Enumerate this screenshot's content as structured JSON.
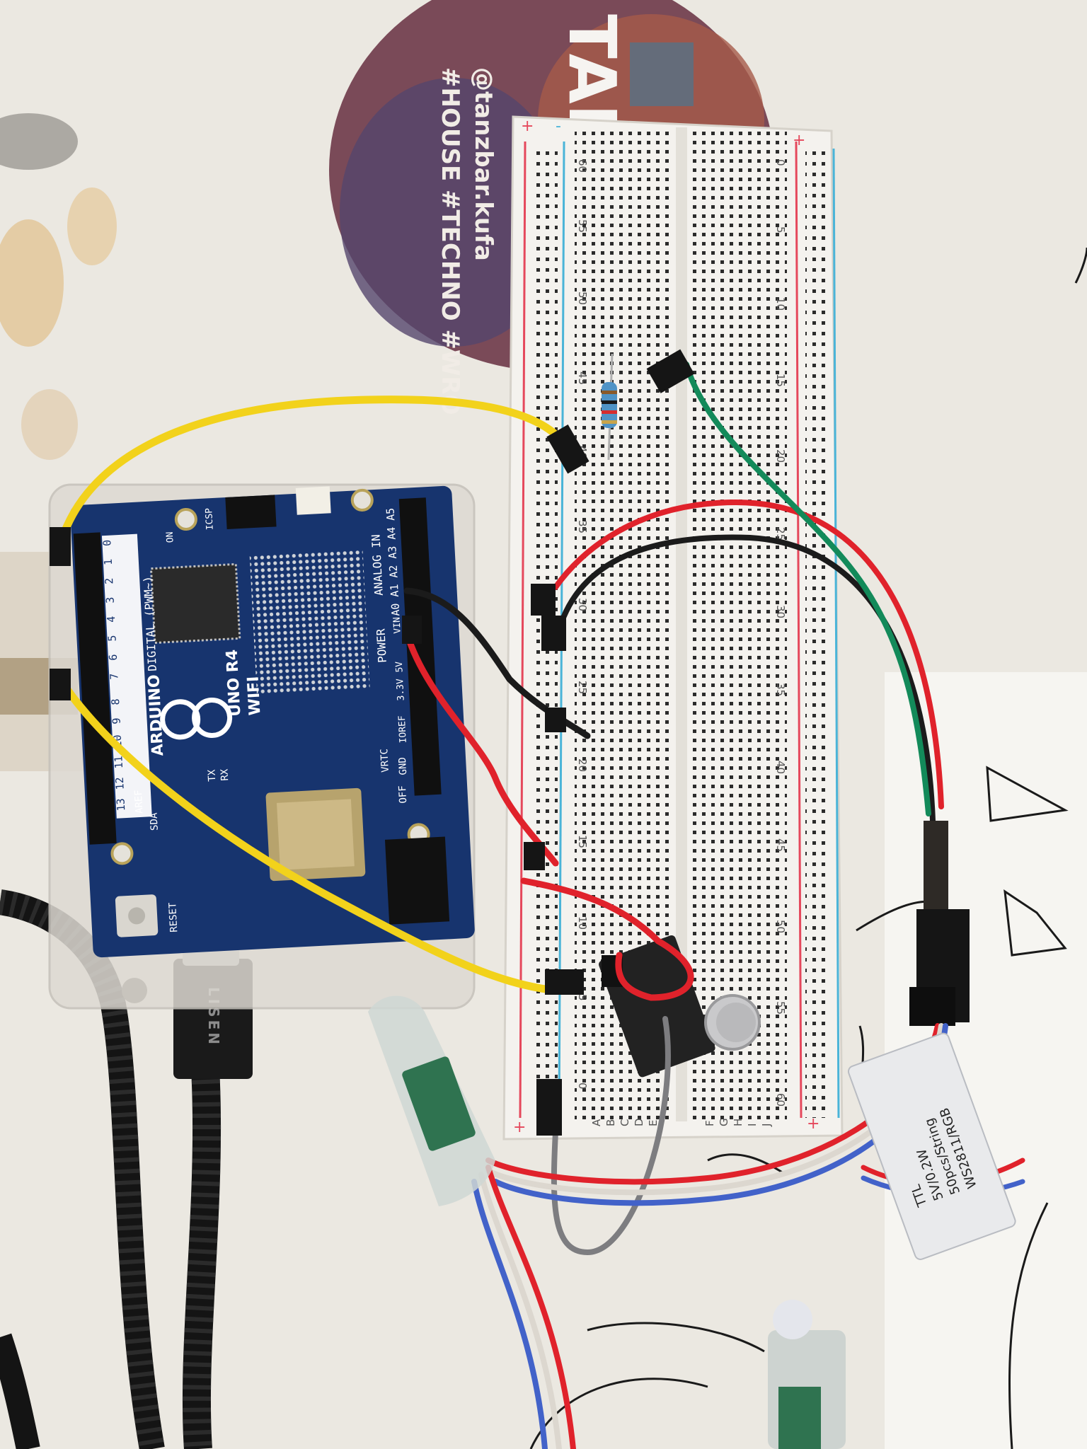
{
  "sticker": {
    "handle": "@tanzbar.kufa",
    "tags": "#HOUSE #TECHNO #WRO",
    "partial_big": "TAN"
  },
  "arduino": {
    "brand": "ARDUINO",
    "model": "UNO R4",
    "variant": "WIFI",
    "digital_label": "DIGITAL (PWM~)",
    "analog_label": "ANALOG IN",
    "power_label": "POWER",
    "reset_label": "RESET",
    "icsp_label": "ICSP",
    "off_label": "OFF",
    "gnd_label": "GND",
    "vrtc_label": "VRTC",
    "aref_label": "AREF",
    "sda_label": "SDA",
    "tx_label": "TX",
    "rx_label": "RX",
    "on_label": "ON",
    "vin_label": "VIN",
    "v5_label": "5V",
    "v33_label": "3.3V",
    "ioref_label": "IOREF",
    "analog_pins": [
      "A5",
      "A4",
      "A3",
      "A2",
      "A1",
      "A0"
    ],
    "digital_pins": [
      "0",
      "1",
      "2",
      "3",
      "4",
      "5",
      "6",
      "7",
      "8",
      "9",
      "10",
      "11",
      "12",
      "13"
    ]
  },
  "usb_cable": {
    "brand": "LISEN"
  },
  "breadboard": {
    "left_numbers": [
      "60",
      "55",
      "50",
      "45",
      "40",
      "35",
      "30",
      "25",
      "20",
      "15",
      "10",
      "5",
      "0"
    ],
    "right_numbers": [
      "0",
      "5",
      "10",
      "15",
      "20",
      "25",
      "30",
      "35",
      "40",
      "45",
      "50",
      "55",
      "60"
    ],
    "left_letters": [
      "A",
      "B",
      "C",
      "D",
      "E"
    ],
    "right_letters": [
      "F",
      "G",
      "H",
      "I",
      "J"
    ],
    "plus": "+",
    "minus": "-"
  },
  "led_strip_label": {
    "line1": "WS2811/RGB",
    "line2": "50pcs/String",
    "line3": "5V/0.2W",
    "line4": "TTL"
  },
  "colors": {
    "board_blue": "#17346e",
    "wire_yellow": "#f2d21b",
    "wire_red": "#e0222b",
    "wire_black": "#1b1b1b",
    "wire_green": "#138a5a",
    "wire_gray": "#7d7d80",
    "rail_red": "#e5485c",
    "rail_blue": "#4ab4d8"
  }
}
